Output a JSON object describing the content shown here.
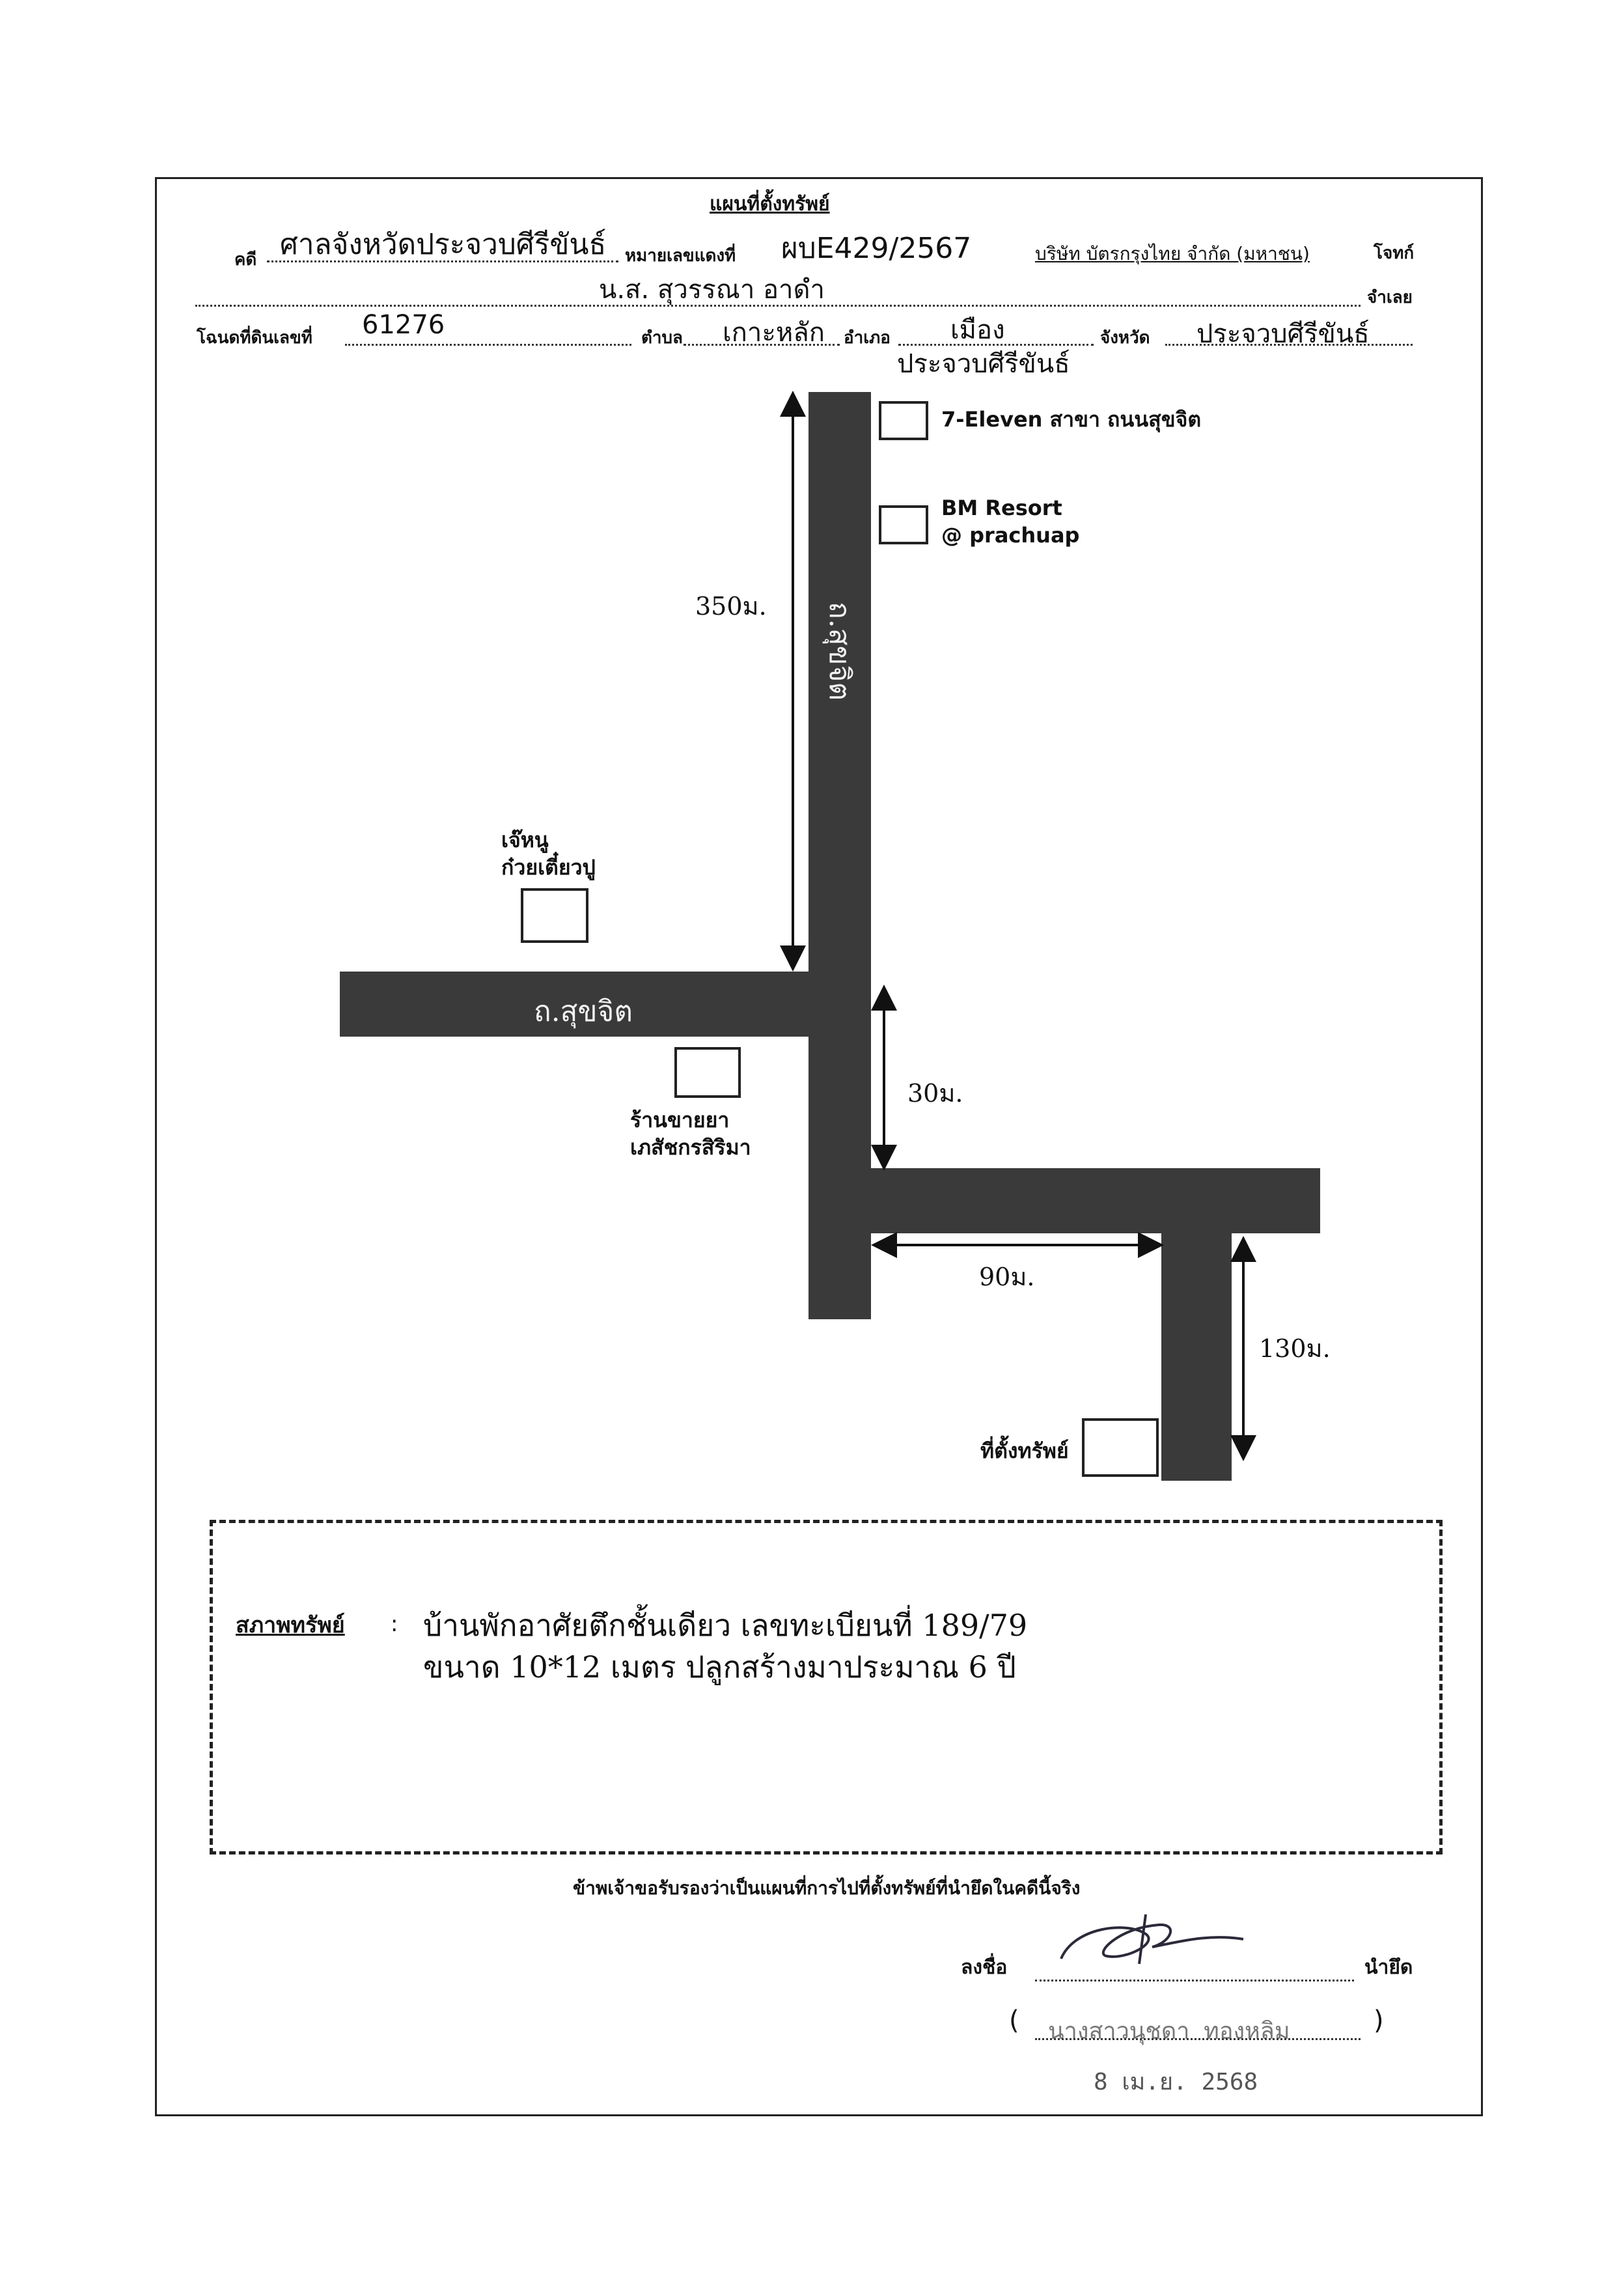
{
  "header": {
    "title": "แผนที่ตั้งทรัพย์",
    "case_label": "คดี",
    "court": "ศาลจังหวัดประจวบศีรีขันธ์",
    "red_no_label": "หมายเลขแดงที่",
    "red_no": "ผบE429/2567",
    "plaintiff": "บริษัท บัตรกรุงไทย จำกัด (มหาชน)",
    "plaintiff_suffix": "โจทก์",
    "defendant": "น.ส. สุวรรณา อาดำ",
    "defendant_suffix": "จำเลย",
    "deed_label": "โฉนดที่ดินเลขที่",
    "deed_no": "61276",
    "tambon_label": "ตำบล",
    "tambon": "เกาะหลัก",
    "amphoe_label": "อำเภอ",
    "amphoe": "เมือง",
    "amphoe_line2": "ประจวบศีรีขันธ์",
    "province_label": "จังหวัด",
    "province": "ประจวบศีรีขันธ์"
  },
  "map": {
    "road_vertical": "ถ.สุขจิต",
    "road_horizontal": "ถ.สุขจิต",
    "landmark_711": "7-Eleven สาขา ถนนสุขจิต",
    "landmark_bm_1": "BM Resort",
    "landmark_bm_2": "@ prachuap",
    "landmark_noodle_1": "เจ๊หนู",
    "landmark_noodle_2": "ก๋วยเตี๋ยวปู",
    "landmark_pharmacy_1": "ร้านขายยา",
    "landmark_pharmacy_2": "เภสัชกรสิริมา",
    "property_label": "ที่ตั้งทรัพย์",
    "dist_350": "350ม.",
    "dist_30": "30ม.",
    "dist_90": "90ม.",
    "dist_130": "130ม."
  },
  "condition": {
    "label": "สภาพทรัพย์",
    "colon": ":",
    "line1": "บ้านพักอาศัยตึกชั้นเดียว เลขทะเบียนที่ 189/79",
    "line2": "ขนาด 10*12 เมตร ปลูกสร้างมาประมาณ 6 ปี"
  },
  "footer": {
    "certify": "ข้าพเจ้าขอรับรองว่าเป็นแผนที่การไปที่ตั้งทรัพย์ที่นำยึดในคดีนี้จริง",
    "sign_label": "ลงชื่อ",
    "role": "นำยึด",
    "open_paren": "(",
    "close_paren": ")",
    "name_stamp": "นางสาวนุชดา ทองหลิม",
    "date_stamp": "8 เม.ย. 2568"
  }
}
